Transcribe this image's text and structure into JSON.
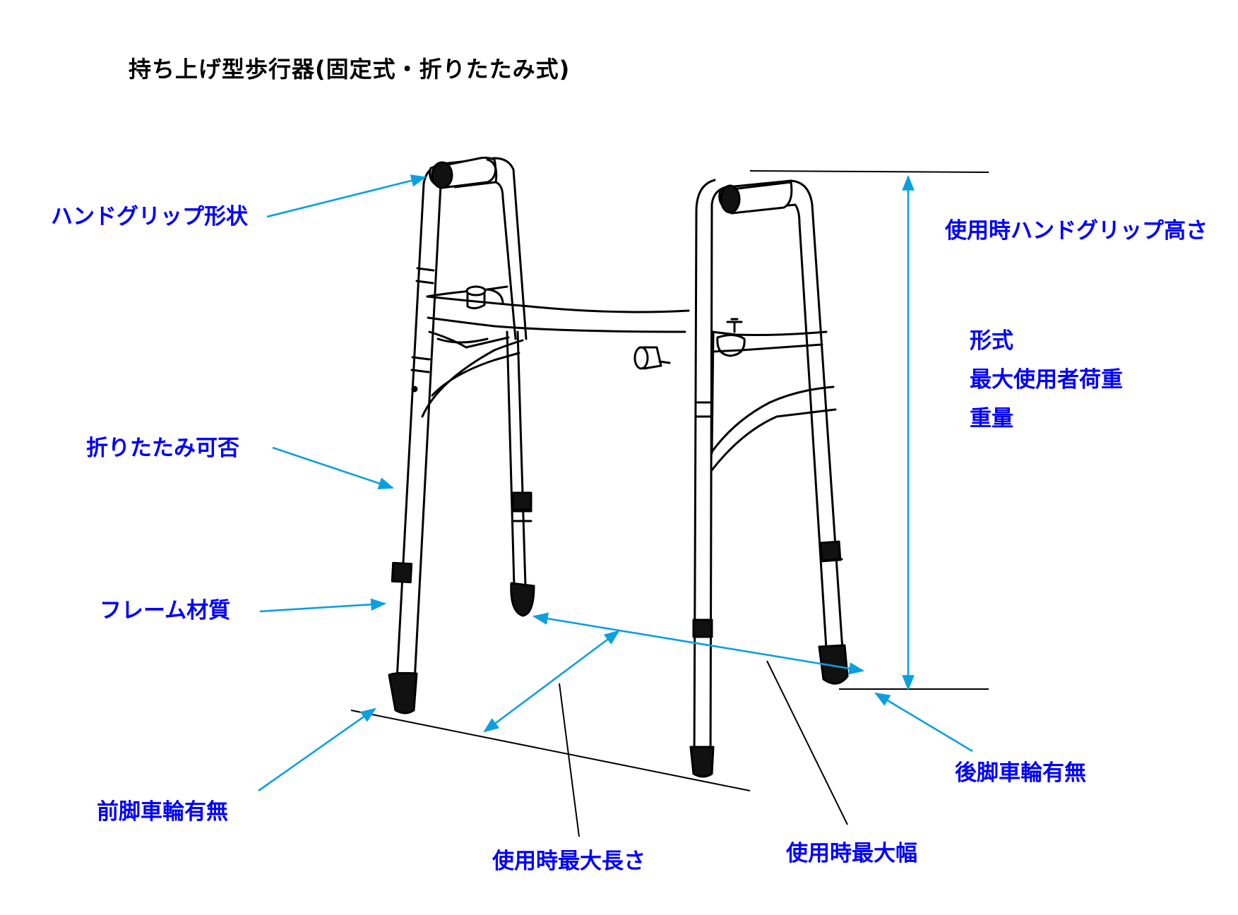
{
  "title": "持ち上げ型歩行器(固定式・折りたたみ式)",
  "colors": {
    "label": "#0000ff",
    "arrow": "#0aa0e0",
    "line": "#000000"
  },
  "labels": {
    "hand_grip_shape": "ハンドグリップ形状",
    "hand_grip_height": "使用時ハンドグリップ高さ",
    "foldable": "折りたたみ可否",
    "frame_material": "フレーム材質",
    "front_wheels": "前脚車輪有無",
    "rear_wheels": "後脚車輪有無",
    "max_length": "使用時最大長さ",
    "max_width": "使用時最大幅"
  },
  "specs": [
    "形式",
    "最大使用者荷重",
    "重量"
  ],
  "illustration": {
    "subject": "walker-frame",
    "icon": "walker-icon"
  }
}
